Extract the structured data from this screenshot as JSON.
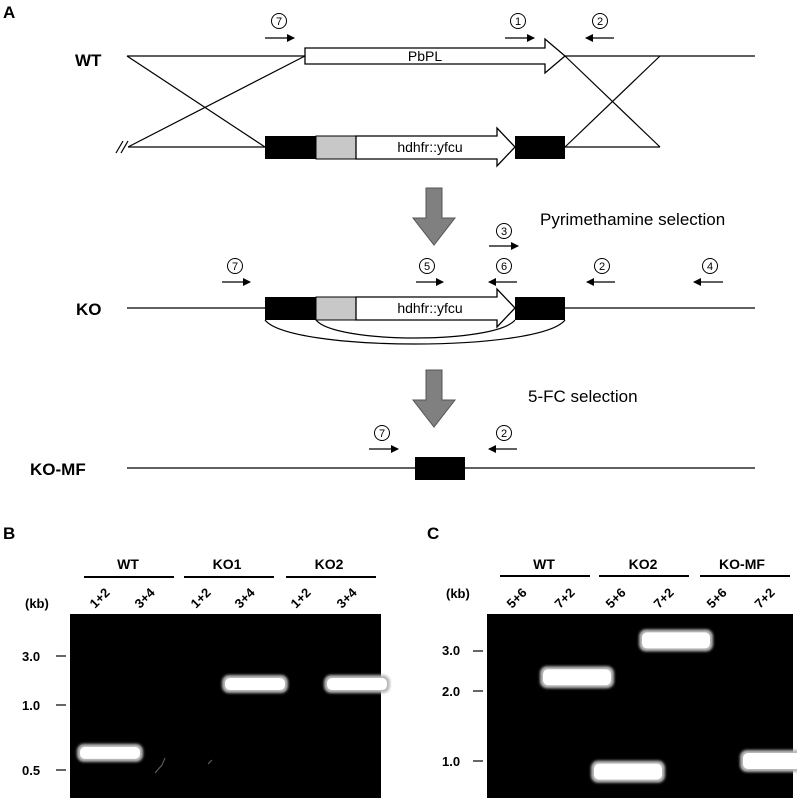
{
  "panel_a": {
    "letter": "A",
    "wt_label": "WT",
    "gene_label": "PbPL",
    "cassette_label": "hdhfr::yfcu",
    "ko_label": "KO",
    "ko_mf_label": "KO-MF",
    "step1": "Pyrimethamine selection",
    "step2": "5-FC selection",
    "primers": {
      "wt_p7": "7",
      "wt_p1": "1",
      "wt_p2": "2",
      "ko_p7": "7",
      "ko_p5": "5",
      "ko_p3": "3",
      "ko_p6": "6",
      "ko_p2": "2",
      "ko_p4": "4",
      "mf_p7": "7",
      "mf_p2": "2"
    }
  },
  "panel_b": {
    "letter": "B",
    "kb": "(kb)",
    "groups": [
      "WT",
      "KO1",
      "KO2"
    ],
    "lanes": [
      "1+2",
      "3+4",
      "1+2",
      "3+4",
      "1+2",
      "3+4"
    ],
    "size_markers": [
      "3.0",
      "1.0",
      "0.5"
    ],
    "bands": [
      {
        "lane": 1,
        "size_kb": 0.6
      },
      {
        "lane": 4,
        "size_kb": 1.6
      },
      {
        "lane": 6,
        "size_kb": 1.6
      }
    ]
  },
  "panel_c": {
    "letter": "C",
    "kb": "(kb)",
    "groups": [
      "WT",
      "KO2",
      "KO-MF"
    ],
    "lanes": [
      "5+6",
      "7+2",
      "5+6",
      "7+2",
      "5+6",
      "7+2"
    ],
    "size_markers": [
      "3.0",
      "2.0",
      "1.0"
    ],
    "bands": [
      {
        "lane": 2,
        "size_kb": 2.3
      },
      {
        "lane": 4,
        "size_kb": 3.3
      },
      {
        "lane": 3,
        "size_kb": 0.9
      },
      {
        "lane": 6,
        "size_kb": 1.0
      }
    ]
  }
}
